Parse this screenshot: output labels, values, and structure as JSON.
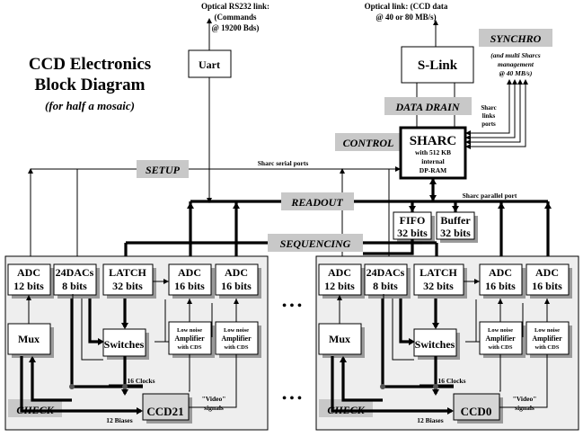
{
  "title": {
    "line1": "CCD Electronics",
    "line2": "Block Diagram",
    "subtitle": "(for half a mosaic)"
  },
  "top_notes": {
    "rs232_line1": "Optical RS232 link:",
    "rs232_line2": "(Commands",
    "rs232_line3": "@ 19200 Bds)",
    "optical_line1": "Optical link: (CCD data",
    "optical_line2": "@ 40 or 80 MB/s)"
  },
  "synchro": {
    "label": "SYNCHRO",
    "note1": "(and multi Sharcs",
    "note2": "management",
    "note3": "@ 40 MB/s)"
  },
  "sharc_links": {
    "l1": "Sharc",
    "l2": "links",
    "l3": "ports"
  },
  "boxes": {
    "uart": "Uart",
    "slink": "S-Link",
    "sharc_title": "SHARC",
    "sharc_l1": "with 512 KB",
    "sharc_l2": "internal",
    "sharc_l3": "DP-RAM",
    "fifo_l1": "FIFO",
    "fifo_l2": "32 bits",
    "buffer_l1": "Buffer",
    "buffer_l2": "32 bits"
  },
  "tags": {
    "data_drain": "DATA DRAIN",
    "control": "CONTROL",
    "setup": "SETUP",
    "readout": "READOUT",
    "sequencing": "SEQUENCING",
    "check_left": "CHECK",
    "check_right": "CHECK"
  },
  "bus_labels": {
    "serial": "Sharc serial ports",
    "parallel": "Sharc parallel port"
  },
  "modules": {
    "adc12_l1": "ADC",
    "adc12_l2": "12 bits",
    "dac_l1": "24DACs",
    "dac_l2": "8 bits",
    "latch_l1": "LATCH",
    "latch_l2": "32 bits",
    "adc16_l1": "ADC",
    "adc16_l2": "16 bits",
    "mux": "Mux",
    "switches": "Switches",
    "amp_l1": "Low noise",
    "amp_l2": "Amplifier",
    "amp_l3": "with CDS",
    "clocks": "16 Clocks",
    "biases": "12 Biases",
    "video_l1": "\"Video\"",
    "video_l2": "signals",
    "ccd_left": "CCD21",
    "ccd_right": "CCD0"
  },
  "ellipsis": "• • •"
}
